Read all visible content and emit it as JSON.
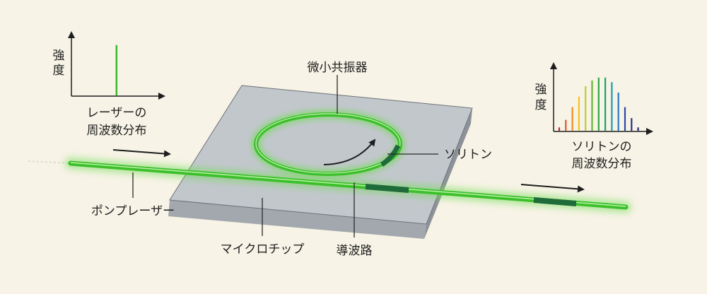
{
  "colors": {
    "background": "#f7f3e6",
    "chip_top": "#c2c7cc",
    "chip_front": "#a3a8ae",
    "chip_side": "#8d9298",
    "laser_green": "#3cbf2a",
    "soliton_dark": "#1f6b3a"
  },
  "labels": {
    "microresonator": "微小共振器",
    "soliton": "ソリトン",
    "pump_laser": "ポンプレーザー",
    "microchip": "マイクロチップ",
    "waveguide": "導波路"
  },
  "input_spectrum": {
    "y_axis_label": [
      "強",
      "度"
    ],
    "caption": [
      "レーザーの",
      "周波数分布"
    ],
    "lines": [
      {
        "position": 0.32,
        "height": 0.85,
        "color": "#3cb82e"
      }
    ]
  },
  "output_spectrum": {
    "y_axis_label": [
      "強",
      "度"
    ],
    "caption": [
      "ソリトンの",
      "周波数分布"
    ],
    "lines": [
      {
        "height": 0.07,
        "color": "#c8242a"
      },
      {
        "height": 0.2,
        "color": "#e0542a"
      },
      {
        "height": 0.42,
        "color": "#f08c1e"
      },
      {
        "height": 0.6,
        "color": "#f4c21a"
      },
      {
        "height": 0.78,
        "color": "#b9cf27"
      },
      {
        "height": 0.88,
        "color": "#66b531"
      },
      {
        "height": 0.93,
        "color": "#2fa63c"
      },
      {
        "height": 0.93,
        "color": "#1da26b"
      },
      {
        "height": 0.85,
        "color": "#1e9db0"
      },
      {
        "height": 0.67,
        "color": "#2a78c4"
      },
      {
        "height": 0.42,
        "color": "#2d47a8"
      },
      {
        "height": 0.23,
        "color": "#2c2f8a"
      },
      {
        "height": 0.07,
        "color": "#262a78"
      }
    ]
  }
}
